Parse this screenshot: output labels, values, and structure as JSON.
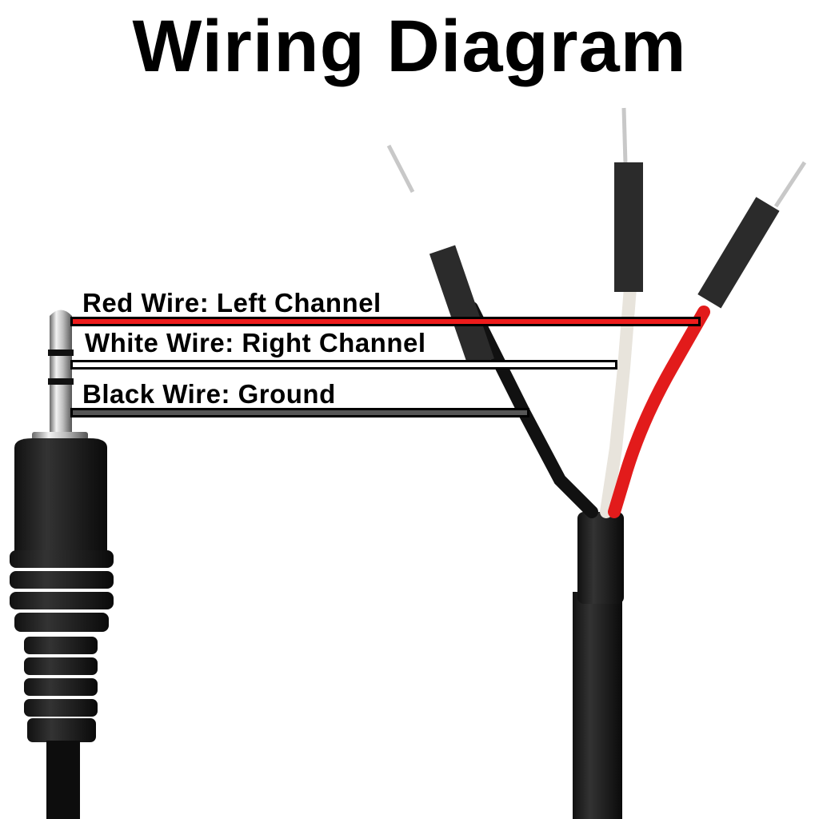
{
  "title": "Wiring Diagram",
  "wires": [
    {
      "label": "Red Wire: Left Channel",
      "color": "#ee1c1c"
    },
    {
      "label": "White Wire: Right Channel",
      "color": "#ffffff"
    },
    {
      "label": "Black Wire: Ground",
      "color": "#555555"
    }
  ]
}
